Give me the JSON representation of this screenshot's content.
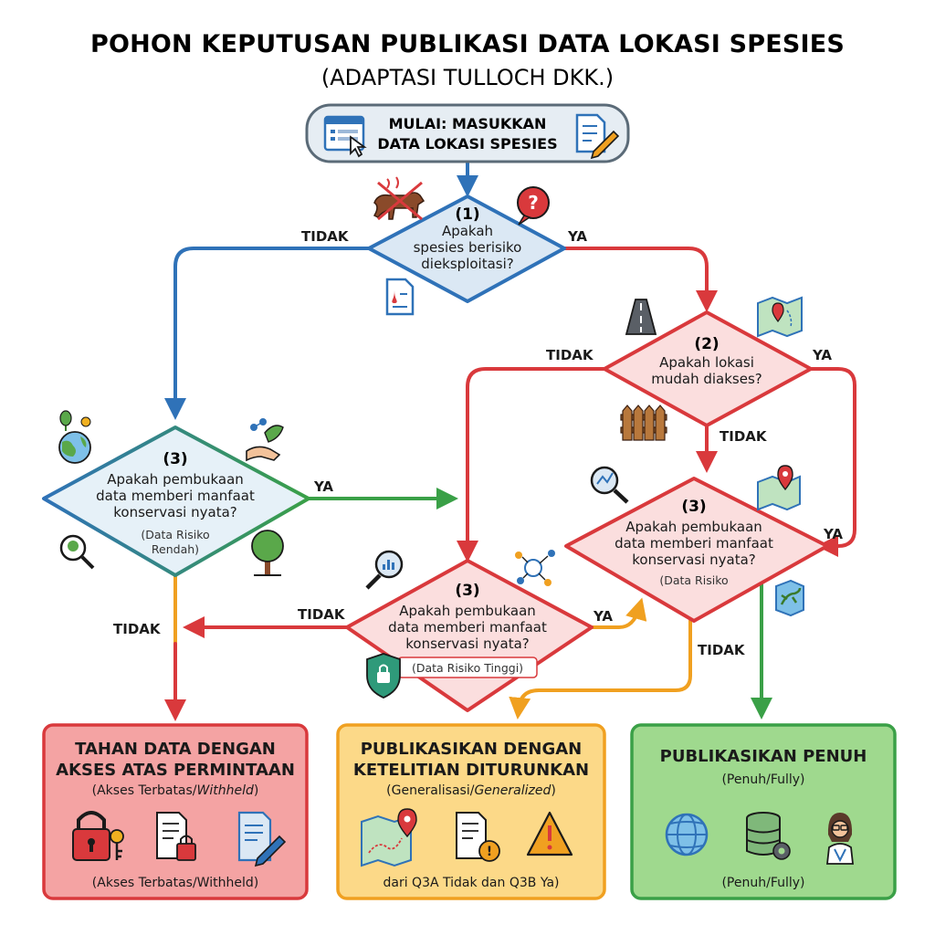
{
  "title": "POHON KEPUTUSAN PUBLIKASI DATA LOKASI SPESIES",
  "subtitle": "(ADAPTASI TULLOCH DKK.)",
  "start": {
    "line1": "MULAI: MASUKKAN",
    "line2": "DATA LOKASI SPESIES"
  },
  "questions": {
    "q1": {
      "num": "(1)",
      "lines": [
        "Apakah",
        "spesies berisiko",
        "dieksploitasi?"
      ]
    },
    "q2": {
      "num": "(2)",
      "lines": [
        "Apakah lokasi",
        "mudah diakses?"
      ]
    },
    "q3_low": {
      "num": "(3)",
      "lines": [
        "Apakah pembukaan",
        "data memberi manfaat",
        "konservasi nyata?"
      ],
      "note_lines": [
        "(Data Risiko",
        "Rendah)"
      ]
    },
    "q3_mid": {
      "num": "(3)",
      "lines": [
        "Apakah pembukaan",
        "data memberi manfaat",
        "konservasi nyata?"
      ],
      "note": "(Data Risiko"
    },
    "q3_high": {
      "num": "(3)",
      "lines": [
        "Apakah pembukaan",
        "data memberi manfaat",
        "konservasi nyata?"
      ],
      "note": "(Data Risiko Tinggi)"
    }
  },
  "edges": {
    "q1_no": "TIDAK",
    "q1_yes": "YA",
    "q2_no": "TIDAK",
    "q2_yes": "YA",
    "q2_down": "TIDAK",
    "q3_low_yes": "YA",
    "q3_low_no": "TIDAK",
    "q3_high_no": "TIDAK",
    "q3_high_yes": "YA",
    "q3_mid_yes": "YA",
    "q3_mid_no": "TIDAK"
  },
  "outcomes": {
    "withhold": {
      "title_lines": [
        "TAHAN DATA DENGAN",
        "AKSES ATAS PERMINTAAN"
      ],
      "sub_prefix": "(Akses Terbatas/",
      "sub_italic": "Withheld",
      "sub_suffix": ")",
      "footer": "(Akses Terbatas/Withheld)"
    },
    "generalize": {
      "title_lines": [
        "PUBLIKASIKAN DENGAN",
        "KETELITIAN DITURUNKAN"
      ],
      "sub_prefix": "(Generalisasi/",
      "sub_italic": "Generalized",
      "sub_suffix": ")",
      "footer": "dari Q3A Tidak dan Q3B Ya)"
    },
    "full": {
      "title": "PUBLIKASIKAN PENUH",
      "sub": "(Penuh/Fully)",
      "footer": "(Penuh/Fully)"
    }
  },
  "colors": {
    "blue": "#2f72b8",
    "red": "#d9393c",
    "green": "#3aa047",
    "orange": "#f0a020",
    "red_fill": "#f4a3a3",
    "orange_fill": "#fcd988",
    "green_fill": "#9fd98e"
  }
}
